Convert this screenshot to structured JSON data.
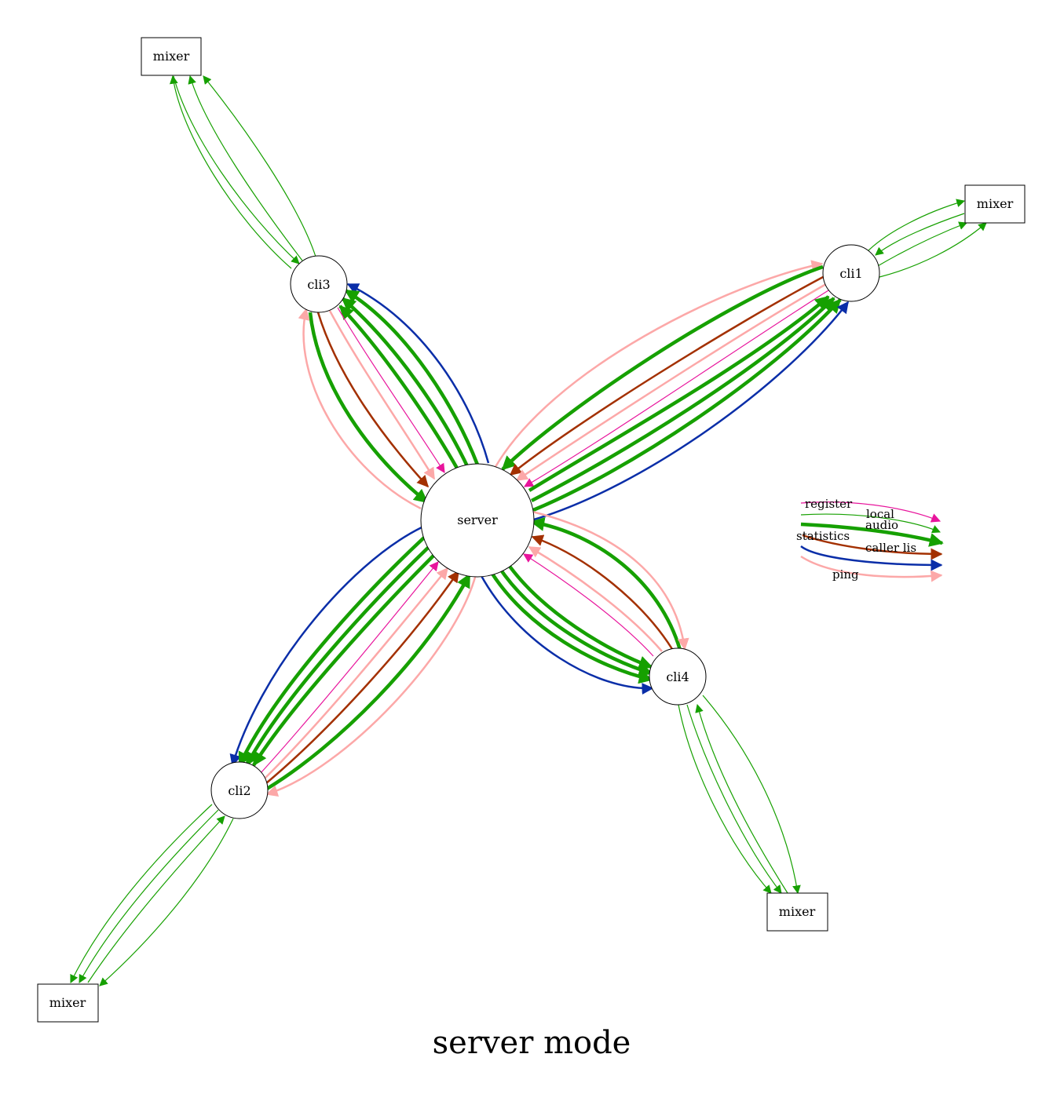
{
  "title": "server mode",
  "nodes": {
    "server": "server",
    "cli1": "cli1",
    "cli2": "cli2",
    "cli3": "cli3",
    "cli4": "cli4",
    "mixer1": "mixer",
    "mixer2": "mixer",
    "mixer3": "mixer",
    "mixer4": "mixer"
  },
  "legend": {
    "register": "register",
    "local": "local",
    "audio": "audio",
    "statistics": "statistics",
    "caller_list": "caller lis",
    "ping": "ping"
  },
  "colors": {
    "register": "#e8149c",
    "local": "#16a000",
    "audio": "#16a000",
    "statistics": "#0a2ea8",
    "caller_list": "#a33000",
    "ping": "#fca8a8"
  }
}
